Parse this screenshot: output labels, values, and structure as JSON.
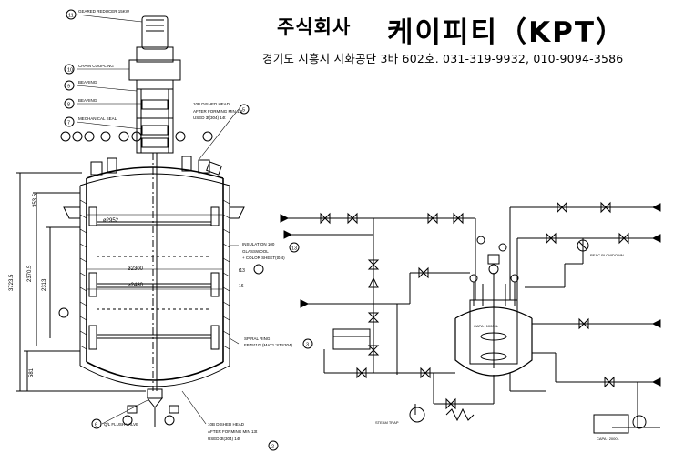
{
  "header": {
    "company_prefix": "주식회사",
    "company_name": "케이피티（KPT）",
    "address_line": "경기도 시흥시 시화공단 3바 602호. 031-319-9932, 010-9094-3586"
  },
  "vessel": {
    "diameters": [
      "ø2952",
      "ø2300",
      "ø2480"
    ],
    "dims": [
      "3723.5",
      "2370.5",
      "2313",
      "581",
      "353.5"
    ],
    "callouts": [
      {
        "num": "11",
        "text": "GEARED REDUCER 15KW"
      },
      {
        "num": "10",
        "text": "CHAIN COUPLING"
      },
      {
        "num": "9",
        "text": "BEARING"
      },
      {
        "num": "8",
        "text": "BEARING"
      },
      {
        "num": "7",
        "text": "MECHANICAL SEAL"
      },
      {
        "num": "5",
        "text": "10B DISHED HEAD"
      },
      {
        "num": "13",
        "text": "INSULATION 100"
      },
      {
        "num": "3",
        "text": "SPIRAL RING"
      },
      {
        "num": "6",
        "text": "Q/L FLUSH VALVE"
      },
      {
        "num": "2",
        "text": "10B DISHED HEAD"
      }
    ],
    "callout_subs": [
      "AFTER FORMING MIN 13t",
      "USED 3t(304) 14t",
      "GLASSWOOL",
      "+ COLOR SHEET(t0.4)",
      "FB75*10t (MAT'L:STS304)"
    ],
    "thickness": [
      "t13",
      "16"
    ]
  },
  "pid": {
    "reactor_label": "CAPA : 10000L",
    "labels": [
      "REAC BLOWDOWN",
      "CAPA : 2000L",
      "STEAM TRAP"
    ]
  }
}
